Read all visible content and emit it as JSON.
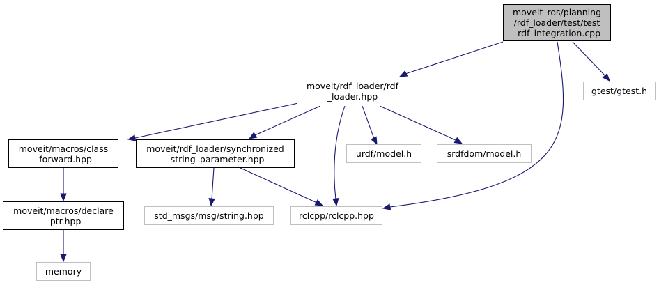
{
  "colors": {
    "edge": "#191970",
    "border": "#000000",
    "external_border": "#bfbfbf",
    "root_fill": "#bfbfbf"
  },
  "nodes": {
    "root": {
      "lines": [
        "moveit_ros/planning",
        "/rdf_loader/test/test",
        "_rdf_integration.cpp"
      ]
    },
    "rdf_loader": {
      "lines": [
        "moveit/rdf_loader/rdf",
        "_loader.hpp"
      ]
    },
    "gtest": {
      "lines": [
        "gtest/gtest.h"
      ]
    },
    "class_forward": {
      "lines": [
        "moveit/macros/class",
        "_forward.hpp"
      ]
    },
    "sync_param": {
      "lines": [
        "moveit/rdf_loader/synchronized",
        "_string_parameter.hpp"
      ]
    },
    "urdf": {
      "lines": [
        "urdf/model.h"
      ]
    },
    "srdfdom": {
      "lines": [
        "srdfdom/model.h"
      ]
    },
    "declare_ptr": {
      "lines": [
        "moveit/macros/declare",
        "_ptr.hpp"
      ]
    },
    "std_msgs": {
      "lines": [
        "std_msgs/msg/string.hpp"
      ]
    },
    "rclcpp": {
      "lines": [
        "rclcpp/rclcpp.hpp"
      ]
    },
    "memory": {
      "lines": [
        "memory"
      ]
    }
  }
}
